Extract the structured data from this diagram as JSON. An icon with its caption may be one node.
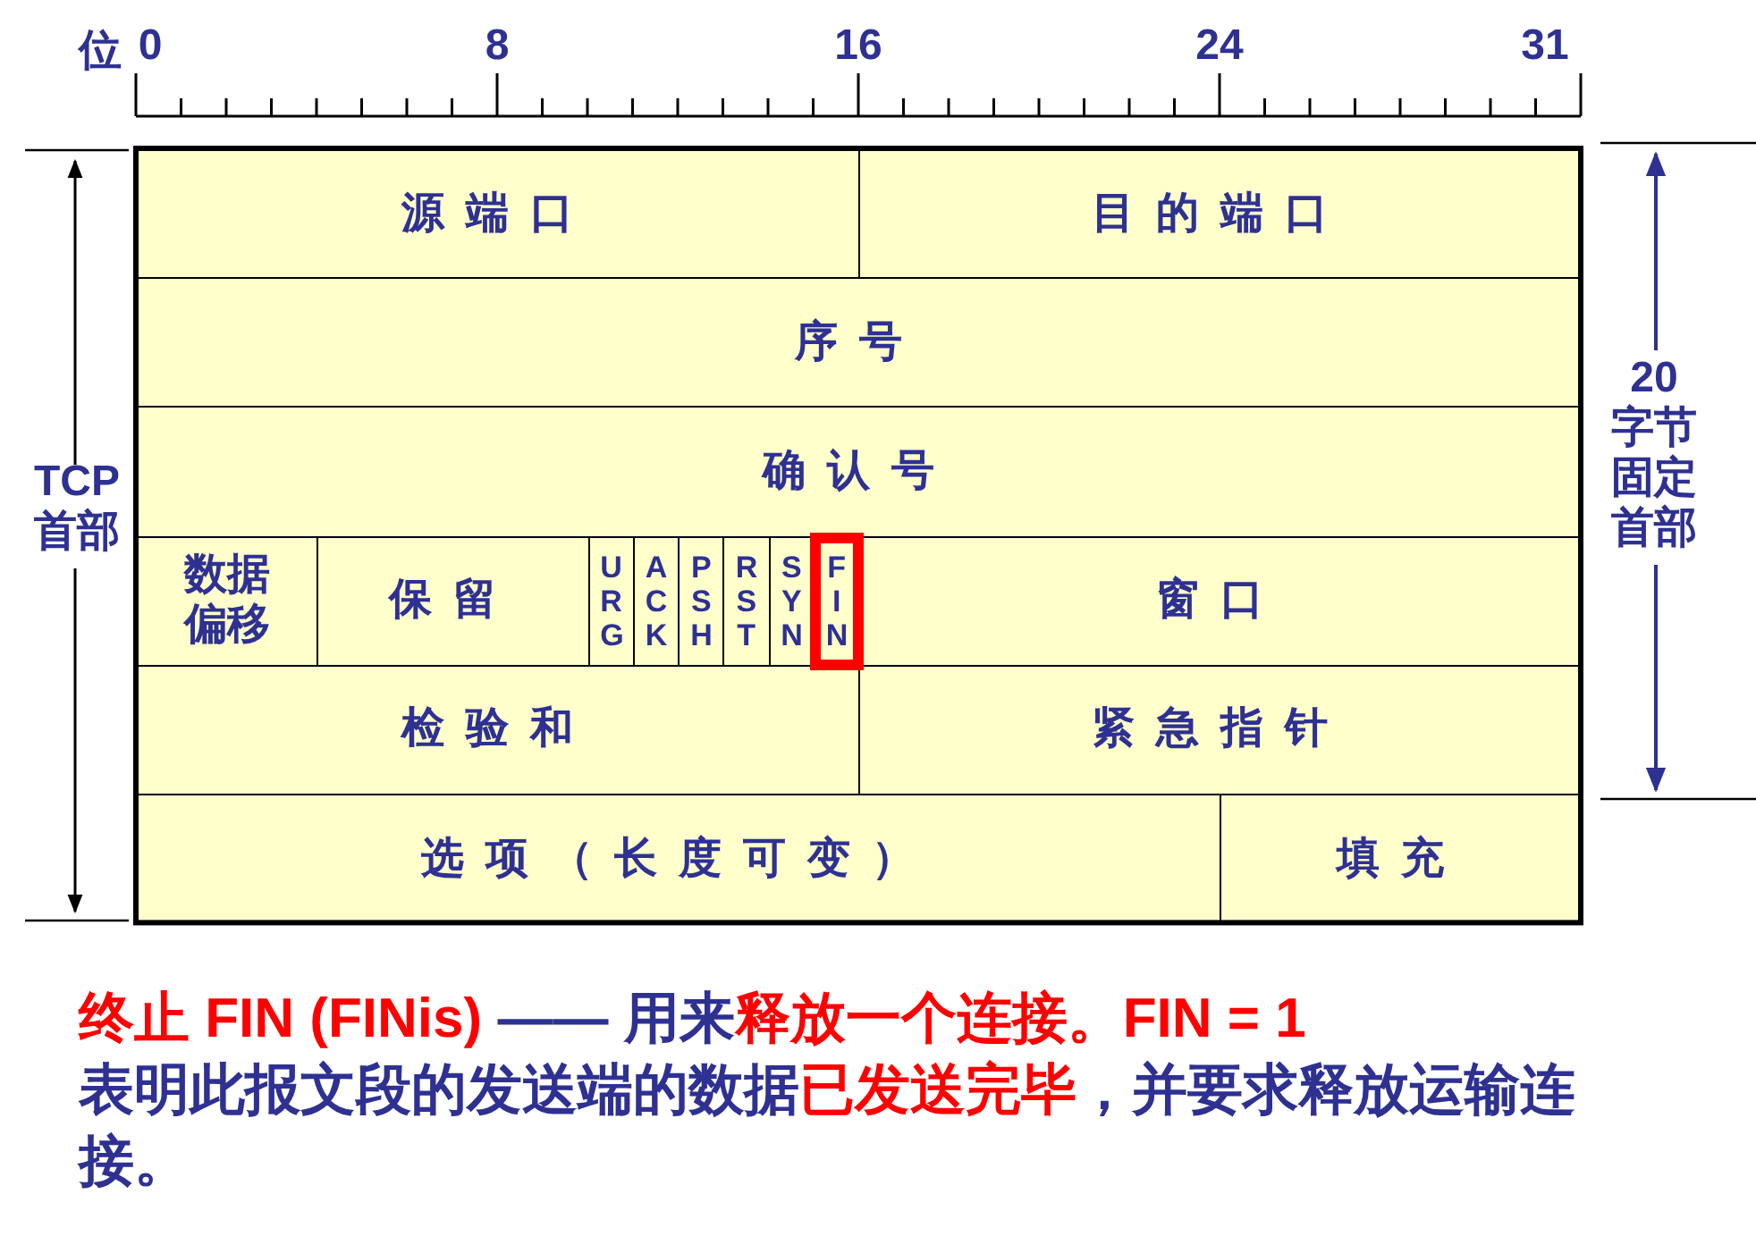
{
  "diagram": {
    "nodes": [
      {
        "text": [
          "源端口"
        ]
      },
      {
        "text": [
          "目的端口"
        ]
      },
      {
        "text": [
          "序号"
        ]
      },
      {
        "text": [
          "确认号"
        ]
      },
      {
        "text": [
          "数据偏移"
        ]
      },
      {
        "text": [
          "保留"
        ]
      },
      {
        "text": [
          "URG"
        ]
      },
      {
        "text": [
          "ACK"
        ]
      },
      {
        "text": [
          "PSH"
        ]
      },
      {
        "text": [
          "RST"
        ]
      },
      {
        "text": [
          "SYN"
        ]
      },
      {
        "text": [
          "FIN"
        ]
      },
      {
        "text": [
          "窗口"
        ]
      },
      {
        "text": [
          "检验和"
        ]
      },
      {
        "text": [
          "紧急指针"
        ]
      },
      {
        "text": [
          "选项（长度可变）"
        ]
      },
      {
        "text": [
          "填充"
        ]
      }
    ],
    "labels": [
      "位",
      "0",
      "8",
      "16",
      "24",
      "31",
      "TCP首部",
      "20字节固定首部",
      "终止 FIN (FINis)",
      " —— 用来",
      "释放一个连接。FIN = 1",
      "表明此报文段的发送端的数据",
      "已发送完毕",
      "，并要求释放运输连接。"
    ]
  }
}
